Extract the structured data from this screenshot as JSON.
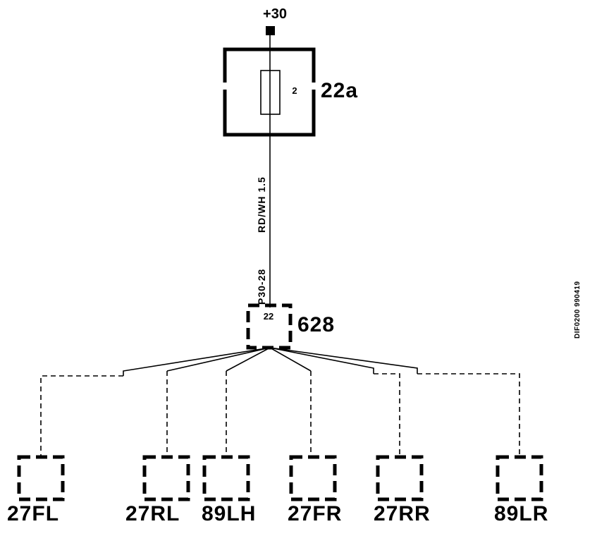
{
  "supply": {
    "label": "+30"
  },
  "fuse_block": {
    "id": "22a",
    "fuse_number": "2"
  },
  "wire": {
    "color_size": "RD/WH 1.5",
    "circuit": "P30-28"
  },
  "connector": {
    "id": "628",
    "pin": "22"
  },
  "components": [
    {
      "id": "27FL"
    },
    {
      "id": "27RL"
    },
    {
      "id": "89LH"
    },
    {
      "id": "27FR"
    },
    {
      "id": "27RR"
    },
    {
      "id": "89LR"
    }
  ],
  "figure_code": "DIF0200 990419"
}
